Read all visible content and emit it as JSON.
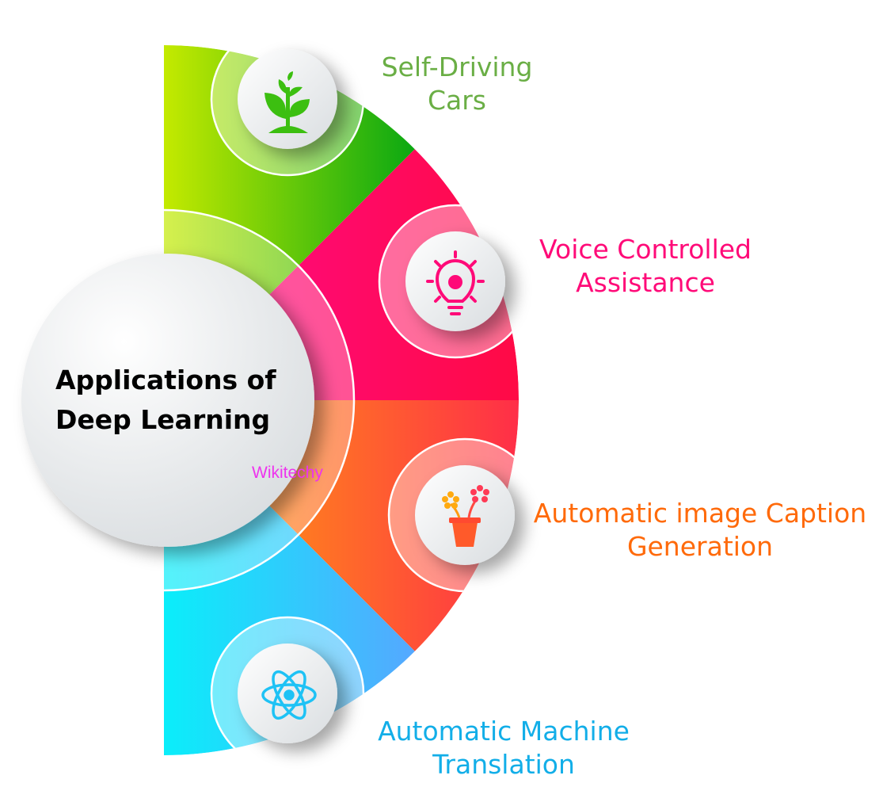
{
  "title": [
    "Applications of",
    "Deep Learning"
  ],
  "watermark": "Wikitechy",
  "items": [
    {
      "line1": "Self-Driving",
      "line2": "Cars",
      "icon": "plant-icon",
      "color": "#6aae45"
    },
    {
      "line1": "Voice Controlled",
      "line2": "Assistance",
      "icon": "lightbulb-gear-icon",
      "color": "#ff0a78"
    },
    {
      "line1": "Automatic image Caption",
      "line2": "Generation",
      "icon": "flower-pot-icon",
      "color": "#ff6a0a"
    },
    {
      "line1": "Automatic Machine",
      "line2": "Translation",
      "icon": "atom-icon",
      "color": "#12aee8"
    }
  ],
  "colors": {
    "watermark": "#ee33ee"
  }
}
